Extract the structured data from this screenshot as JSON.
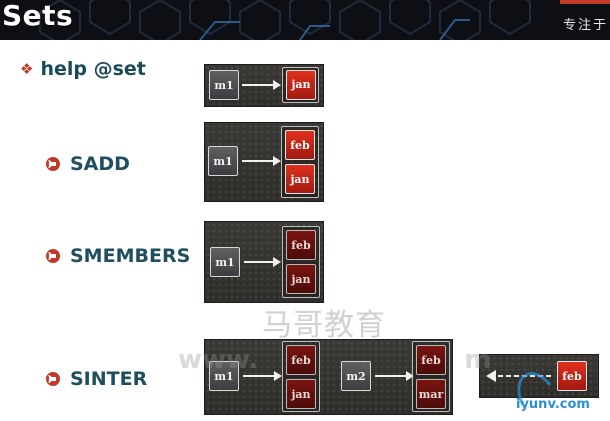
{
  "header": {
    "title": "Sets",
    "tagline": "专注于"
  },
  "bullets": {
    "main": "help @set",
    "sadd": "SADD",
    "smembers": "SMEMBERS",
    "sinter": "SINTER"
  },
  "diagram": {
    "key1": "m1",
    "key2": "m2",
    "members": {
      "jan": "jan",
      "feb": "feb",
      "mar": "mar"
    }
  },
  "watermark": {
    "cn": "马哥教育",
    "url": "www.",
    "url_tail": "m",
    "logo": "iyunv.com"
  },
  "colors": {
    "accent_red": "#c0392b",
    "text_teal": "#1f4e5f",
    "member_bright": "#d3281a",
    "member_dark": "#6a120e"
  }
}
